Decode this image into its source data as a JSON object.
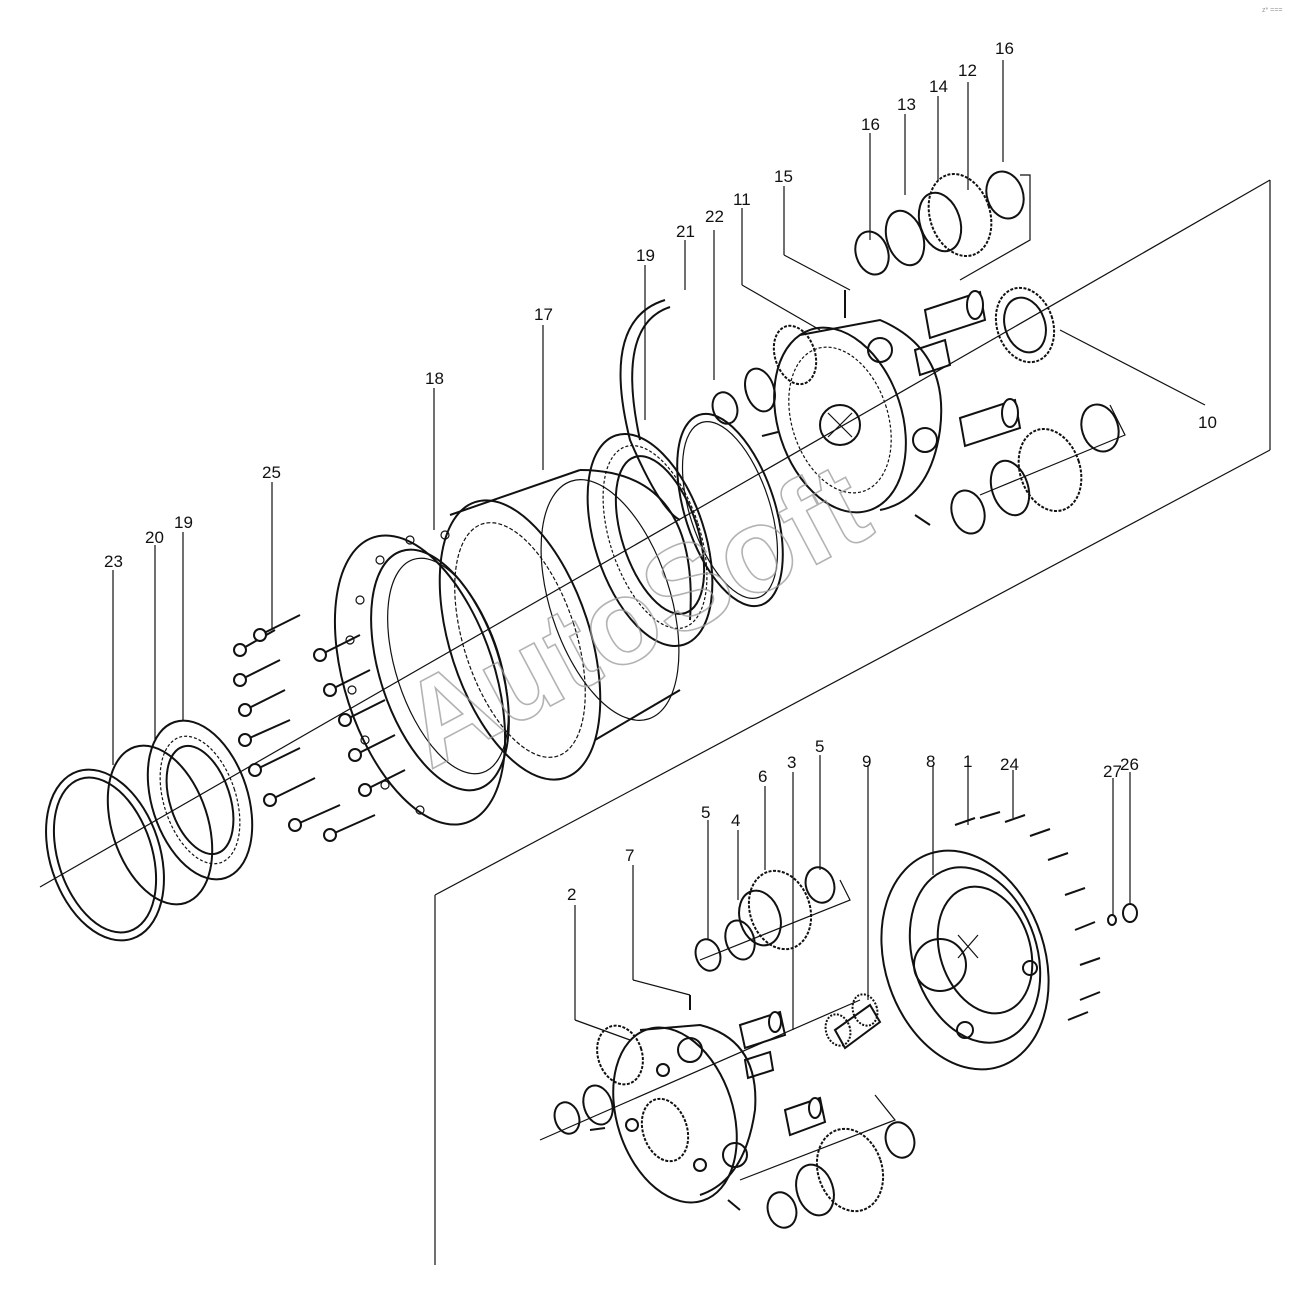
{
  "watermark": "AutoSoft",
  "corner_text": "z* ===",
  "callouts": [
    "1",
    "2",
    "3",
    "4",
    "5",
    "6",
    "7",
    "8",
    "9",
    "10",
    "11",
    "12",
    "13",
    "14",
    "15",
    "16",
    "17",
    "18",
    "19",
    "20",
    "21",
    "22",
    "23",
    "24",
    "25",
    "26",
    "27"
  ]
}
